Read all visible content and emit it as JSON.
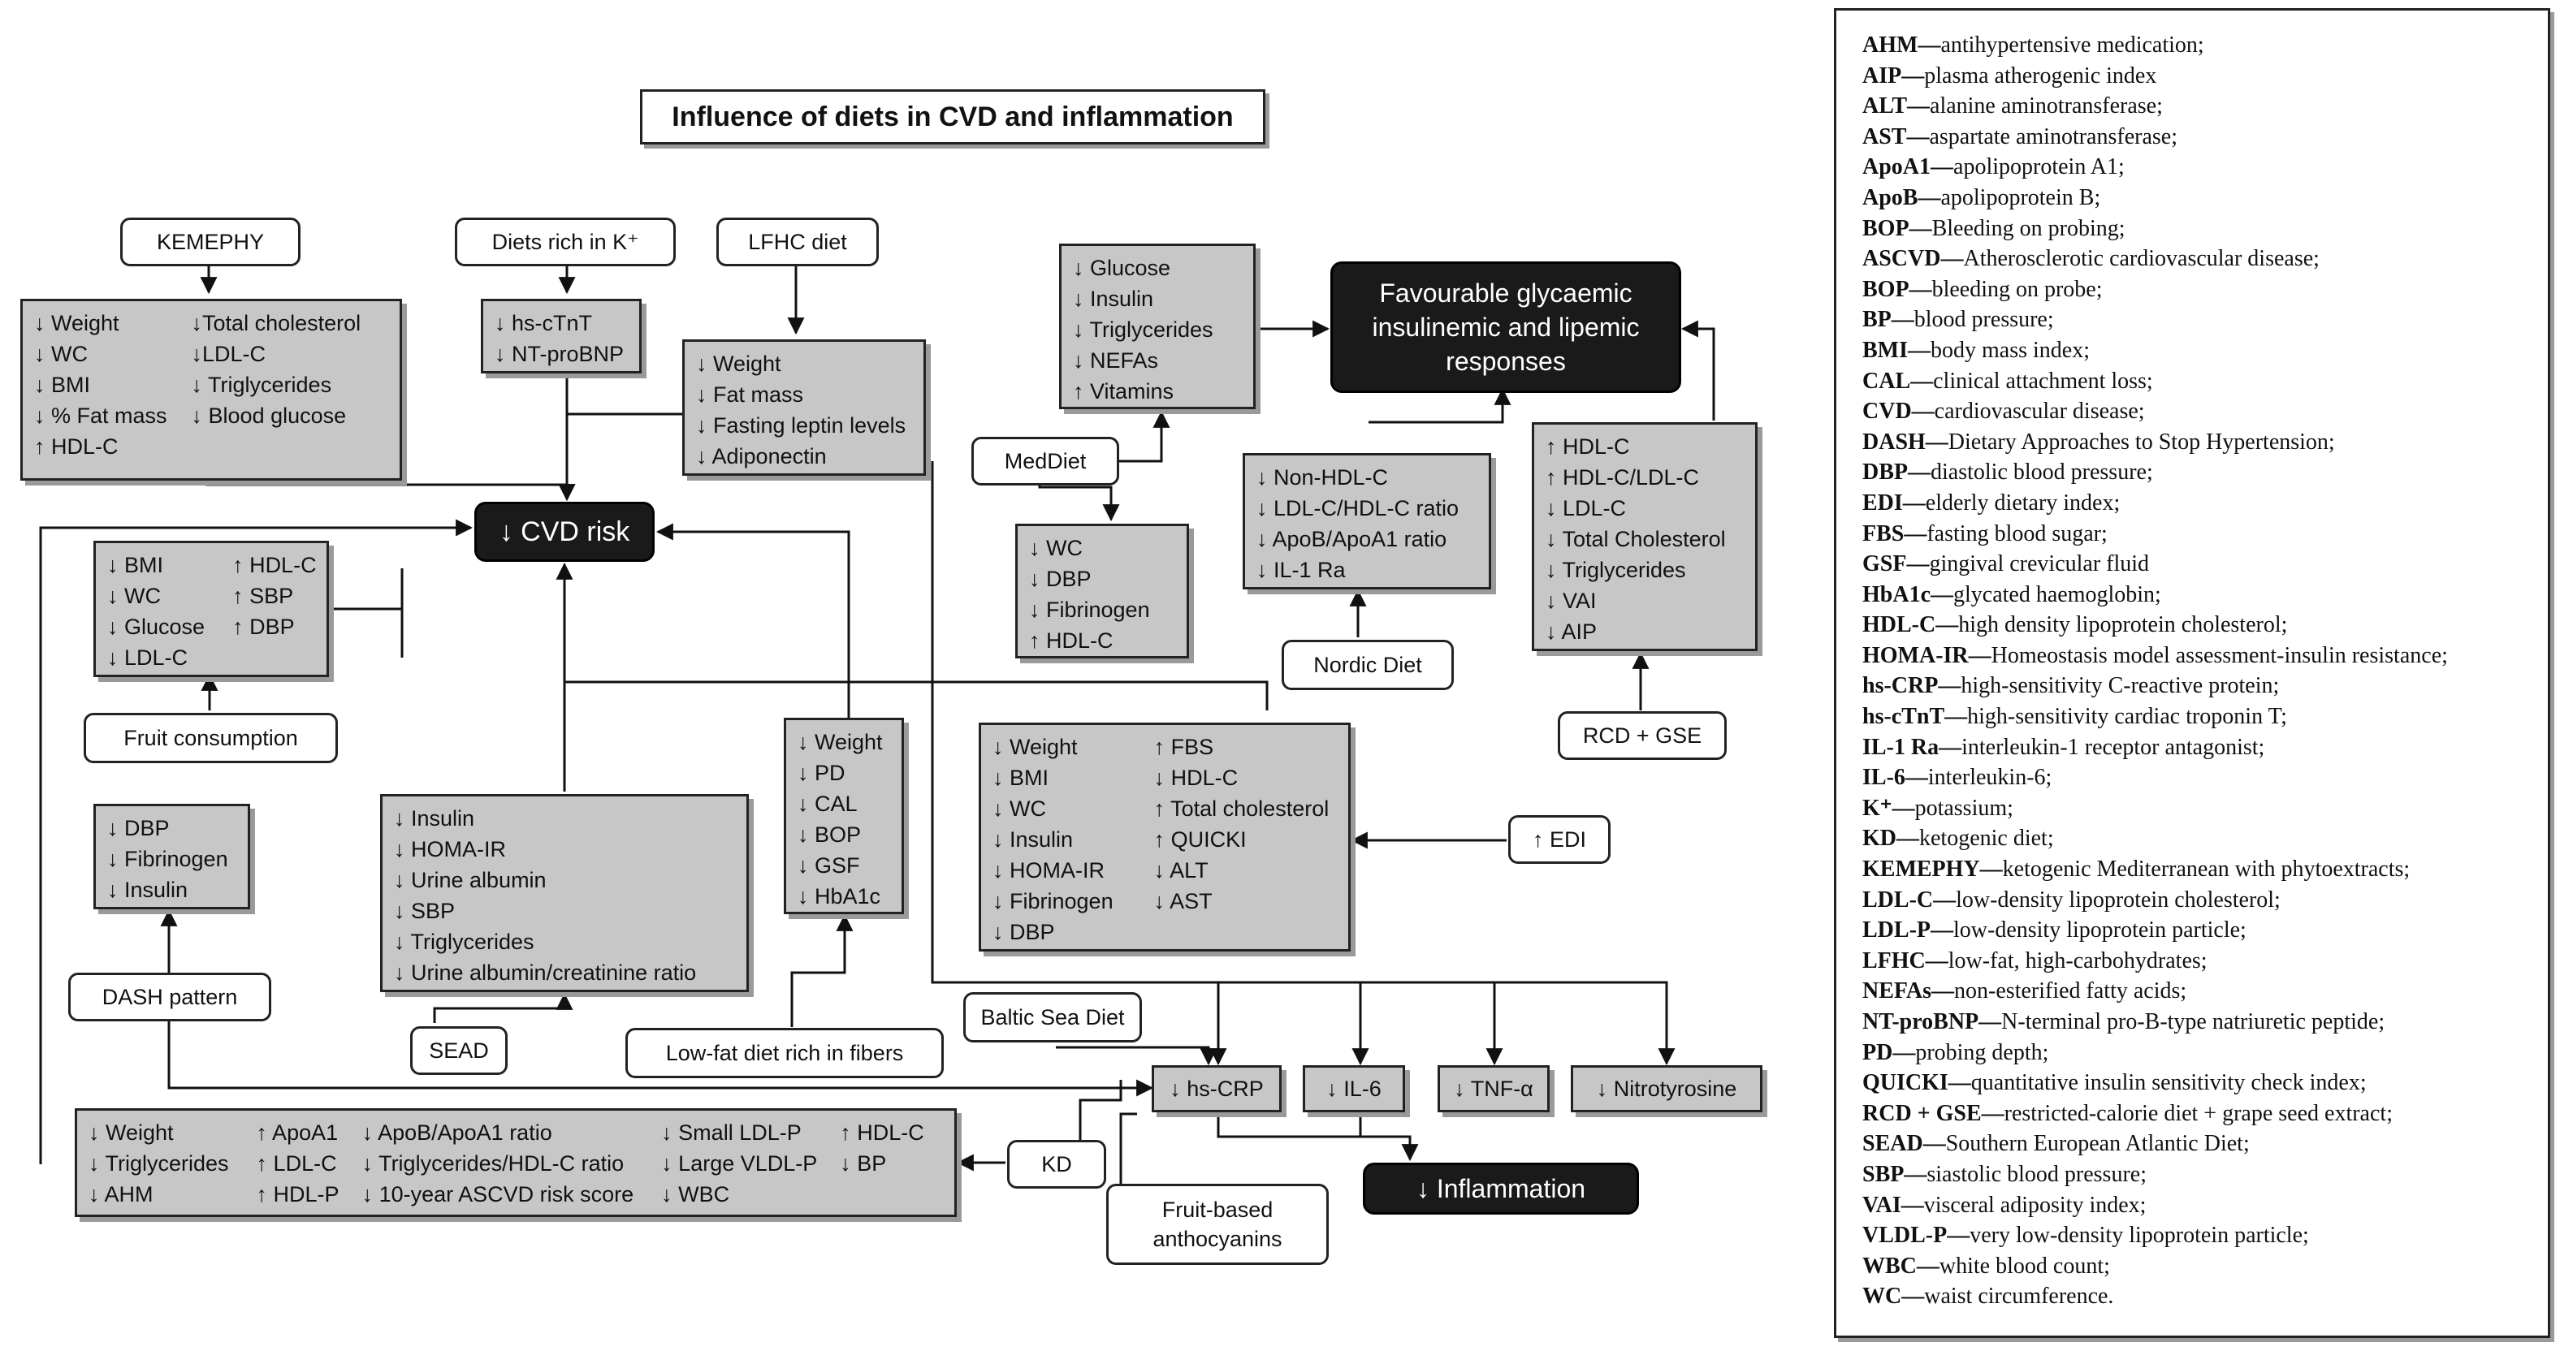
{
  "title": "Influence of diets in CVD and inflammation",
  "nodes": {
    "kemephy": "KEMEPHY",
    "diets_k": "Diets rich in K⁺",
    "lfhc": "LFHC diet",
    "fruit": "Fruit consumption",
    "dash": "DASH pattern",
    "sead": "SEAD",
    "lowfat": "Low-fat diet rich in fibers",
    "meddiet": "MedDiet",
    "nordic": "Nordic Diet",
    "rcd_gse": "RCD + GSE",
    "edi": "↑ EDI",
    "baltic": "Baltic Sea Diet",
    "kd": "KD",
    "fruit_anth": [
      "Fruit-based",
      "anthocyanins"
    ]
  },
  "outcomes": {
    "cvd_risk": "↓ CVD risk",
    "favourable": [
      "Favourable glycaemic",
      "insulinemic and lipemic",
      "responses"
    ],
    "inflammation": "↓ Inflammation"
  },
  "markers": {
    "hs_crp": "↓ hs-CRP",
    "il6": "↓ IL-6",
    "tnf": "↓ TNF-α",
    "nitro": "↓ Nitrotyrosine"
  },
  "effect_boxes": {
    "kemephy_effects": [
      [
        "↓ Weight",
        "↓ WC",
        "↓ BMI",
        "↓ % Fat mass",
        "↑ HDL-C"
      ],
      [
        "↓Total cholesterol",
        "↓LDL-C",
        "↓ Triglycerides",
        "↓ Blood glucose"
      ]
    ],
    "k_effects": [
      [
        "↓ hs-cTnT",
        "↓ NT-proBNP"
      ]
    ],
    "lfhc_effects": [
      [
        "↓ Weight",
        "↓ Fat mass",
        "↓ Fasting leptin levels",
        "↓ Adiponectin"
      ]
    ],
    "fruit_effects": [
      [
        "↓ BMI",
        "↓ WC",
        "↓ Glucose",
        "↓ LDL-C"
      ],
      [
        "↑ HDL-C",
        "↑ SBP",
        "↑ DBP"
      ]
    ],
    "dash_effects": [
      [
        "↓ DBP",
        "↓ Fibrinogen",
        "↓ Insulin"
      ]
    ],
    "sead_effects": [
      [
        "↓ Insulin",
        "↓ HOMA-IR",
        "↓ Urine albumin",
        "↓ SBP",
        "↓ Triglycerides",
        "↓ Urine albumin/creatinine ratio"
      ]
    ],
    "lowfat_effects": [
      [
        "↓ Weight",
        "↓ PD",
        "↓ CAL",
        "↓ BOP",
        "↓ GSF",
        "↓ HbA1c"
      ]
    ],
    "med_top": [
      [
        "↓ Glucose",
        "↓ Insulin",
        "↓ Triglycerides",
        "↓ NEFAs",
        "↑ Vitamins"
      ]
    ],
    "med_bottom": [
      [
        "↓ WC",
        "↓ DBP",
        "↓ Fibrinogen",
        "↑ HDL-C"
      ]
    ],
    "nordic_effects": [
      [
        "↓ Non-HDL-C",
        "↓ LDL-C/HDL-C ratio",
        "↓ ApoB/ApoA1 ratio",
        "↓ IL-1 Ra"
      ]
    ],
    "rcd_effects": [
      [
        "↑ HDL-C",
        "↑ HDL-C/LDL-C",
        "↓ LDL-C",
        "↓ Total Cholesterol",
        "↓ Triglycerides",
        "↓ VAI",
        "↓ AIP"
      ]
    ],
    "edi_effects": [
      [
        "↓ Weight",
        "↓ BMI",
        "↓ WC",
        "↓ Insulin",
        "↓ HOMA-IR",
        "↓ Fibrinogen",
        "↓ DBP"
      ],
      [
        "↑ FBS",
        "↓ HDL-C",
        "↑ Total cholesterol",
        "↑ QUICKI",
        "↓ ALT",
        "↓ AST"
      ]
    ],
    "kd_effects": [
      [
        "↓ Weight",
        "↓ Triglycerides",
        "↓ AHM"
      ],
      [
        "↑ ApoA1",
        "↑ LDL-C",
        "↑ HDL-P"
      ],
      [
        "↓ ApoB/ApoA1 ratio",
        "↓ Triglycerides/HDL-C ratio",
        "↓ 10-year ASCVD risk score"
      ],
      [
        "↓ Small LDL-P",
        "↓ Large VLDL-P",
        "↓ WBC"
      ],
      [
        "↑ HDL-C",
        "↓ BP"
      ]
    ]
  },
  "legend": [
    {
      "abbr": "AHM",
      "def": "antihypertensive medication;"
    },
    {
      "abbr": "AIP",
      "def": "plasma atherogenic index"
    },
    {
      "abbr": "ALT",
      "def": "alanine aminotransferase;"
    },
    {
      "abbr": "AST",
      "def": "aspartate aminotransferase;"
    },
    {
      "abbr": "ApoA1",
      "def": "apolipoprotein A1;"
    },
    {
      "abbr": "ApoB",
      "def": "apolipoprotein B;"
    },
    {
      "abbr": "BOP",
      "def": "Bleeding on probing;"
    },
    {
      "abbr": "ASCVD",
      "def": "Atherosclerotic cardiovascular disease;"
    },
    {
      "abbr": "BOP",
      "def": "bleeding on probe;"
    },
    {
      "abbr": "BP",
      "def": "blood pressure;"
    },
    {
      "abbr": "BMI",
      "def": "body mass index;"
    },
    {
      "abbr": "CAL",
      "def": "clinical attachment loss;"
    },
    {
      "abbr": "CVD",
      "def": "cardiovascular disease;"
    },
    {
      "abbr": "DASH",
      "def": "Dietary Approaches to Stop Hypertension;"
    },
    {
      "abbr": "DBP",
      "def": "diastolic blood pressure;"
    },
    {
      "abbr": "EDI",
      "def": "elderly dietary index;"
    },
    {
      "abbr": "FBS",
      "def": "fasting blood sugar;"
    },
    {
      "abbr": "GSF",
      "def": "gingival crevicular fluid"
    },
    {
      "abbr": "HbA1c",
      "def": "glycated haemoglobin;"
    },
    {
      "abbr": "HDL-C",
      "def": "high density lipoprotein cholesterol;"
    },
    {
      "abbr": "HOMA-IR",
      "def": "Homeostasis model assessment-insulin resistance;"
    },
    {
      "abbr": "hs-CRP",
      "def": "high-sensitivity C-reactive protein;"
    },
    {
      "abbr": "hs-cTnT",
      "def": "high-sensitivity cardiac troponin T;"
    },
    {
      "abbr": "IL-1 Ra",
      "def": "interleukin-1 receptor antagonist;"
    },
    {
      "abbr": "IL-6",
      "def": "interleukin-6;"
    },
    {
      "abbr": "K⁺",
      "def": "potassium;"
    },
    {
      "abbr": "KD",
      "def": "ketogenic diet;"
    },
    {
      "abbr": "KEMEPHY",
      "def": "ketogenic Mediterranean with phytoextracts;"
    },
    {
      "abbr": "LDL-C",
      "def": "low-density lipoprotein cholesterol;"
    },
    {
      "abbr": "LDL-P",
      "def": "low-density lipoprotein particle;"
    },
    {
      "abbr": "LFHC",
      "def": "low-fat, high-carbohydrates;"
    },
    {
      "abbr": "NEFAs",
      "def": "non-esterified fatty acids;"
    },
    {
      "abbr": "NT-proBNP",
      "def": "N-terminal pro-B-type natriuretic peptide;"
    },
    {
      "abbr": "PD",
      "def": "probing depth;"
    },
    {
      "abbr": "QUICKI",
      "def": "quantitative insulin sensitivity check index;"
    },
    {
      "abbr": "RCD + GSE",
      "def": "restricted-calorie diet + grape seed extract;"
    },
    {
      "abbr": "SEAD",
      "def": "Southern European Atlantic Diet;"
    },
    {
      "abbr": "SBP",
      "def": "siastolic blood pressure;"
    },
    {
      "abbr": "VAI",
      "def": "visceral adiposity index;"
    },
    {
      "abbr": "VLDL-P",
      "def": "very low-density lipoprotein particle;"
    },
    {
      "abbr": "WBC",
      "def": "white blood count;"
    },
    {
      "abbr": "WC",
      "def": "waist circumference."
    }
  ]
}
